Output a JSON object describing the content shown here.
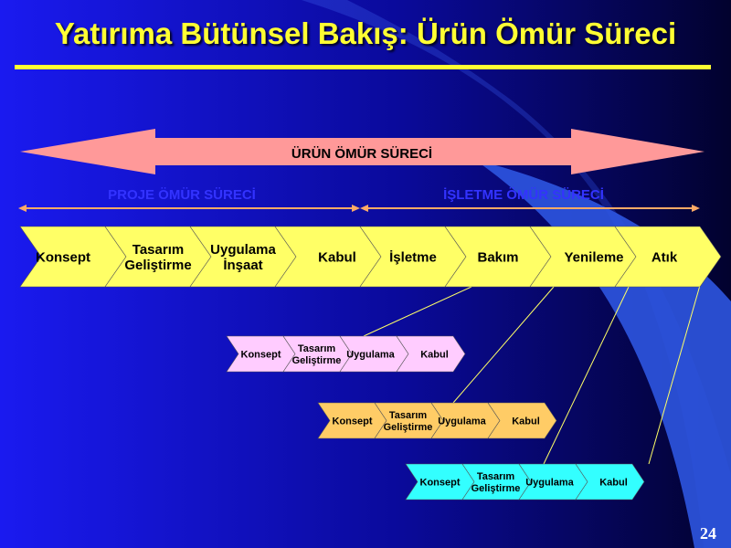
{
  "title": "Yatırıma Bütünsel Bakış: Ürün Ömür Süreci",
  "page_number": "24",
  "colors": {
    "title": "#FFFF33",
    "big_arrow": "#FF9999",
    "span_label": "#3333FF",
    "main_chevrons": "#FFFF66",
    "sub1": "#FFCCFF",
    "sub2": "#FFCC66",
    "sub3": "#33FFFF"
  },
  "product_life_arrow": {
    "label": "ÜRÜN ÖMÜR SÜRECİ"
  },
  "project_span": {
    "label": "PROJE ÖMÜR SÜRECİ"
  },
  "operation_span": {
    "label": "İŞLETME ÖMÜR SÜRECİ"
  },
  "main_phases": [
    {
      "lines": [
        "Konsept"
      ]
    },
    {
      "lines": [
        "Tasarım",
        "Geliştirme"
      ]
    },
    {
      "lines": [
        "Uygulama",
        "İnşaat"
      ]
    },
    {
      "lines": [
        "Kabul"
      ]
    },
    {
      "lines": [
        "İşletme"
      ]
    },
    {
      "lines": [
        "Bakım"
      ]
    },
    {
      "lines": [
        "Yenileme"
      ]
    },
    {
      "lines": [
        "Atık"
      ]
    }
  ],
  "sub_cycles": [
    {
      "phases": [
        {
          "lines": [
            "Konsept"
          ]
        },
        {
          "lines": [
            "Tasarım",
            "Geliştirme"
          ]
        },
        {
          "lines": [
            "Uygulama"
          ]
        },
        {
          "lines": [
            "Kabul"
          ]
        }
      ]
    },
    {
      "phases": [
        {
          "lines": [
            "Konsept"
          ]
        },
        {
          "lines": [
            "Tasarım",
            "Geliştirme"
          ]
        },
        {
          "lines": [
            "Uygulama"
          ]
        },
        {
          "lines": [
            "Kabul"
          ]
        }
      ]
    },
    {
      "phases": [
        {
          "lines": [
            "Konsept"
          ]
        },
        {
          "lines": [
            "Tasarım",
            "Geliştirme"
          ]
        },
        {
          "lines": [
            "Uygulama"
          ]
        },
        {
          "lines": [
            "Kabul"
          ]
        }
      ]
    }
  ]
}
